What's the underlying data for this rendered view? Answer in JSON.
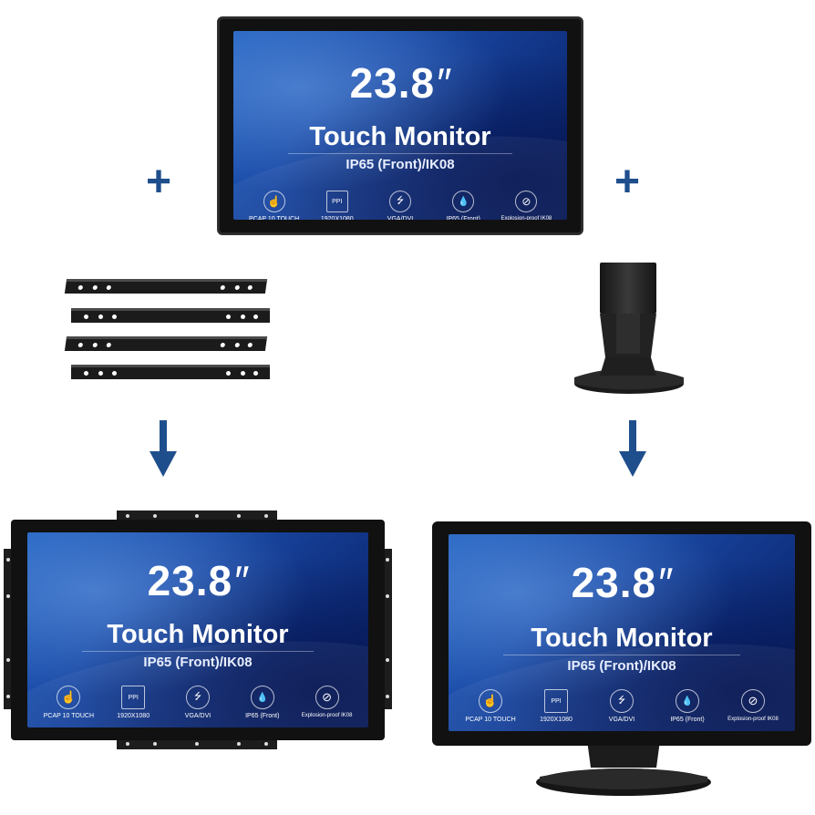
{
  "monitor": {
    "size": "23.8",
    "size_mark": "″",
    "title": "Touch Monitor",
    "subtitle": "IP65 (Front)/IK08",
    "features": [
      {
        "icon": "touch-hand-icon",
        "glyph": "☝",
        "label": "PCAP 10 TOUCH"
      },
      {
        "icon": "ppi-display-icon",
        "glyph": "PPI",
        "label": "1920X1080"
      },
      {
        "icon": "usb-icon",
        "glyph": "⭍",
        "label": "VGA/DVI"
      },
      {
        "icon": "water-drops-icon",
        "glyph": "💧",
        "label": "IP65 (Front)"
      },
      {
        "icon": "explosion-proof-icon",
        "glyph": "⊘",
        "label": "Explosion-proof  IK08"
      }
    ]
  },
  "symbols": {
    "plus": "+"
  },
  "colors": {
    "accent": "#1f4e8c",
    "bezel": "#111111",
    "screen": "#1a4aa6"
  }
}
